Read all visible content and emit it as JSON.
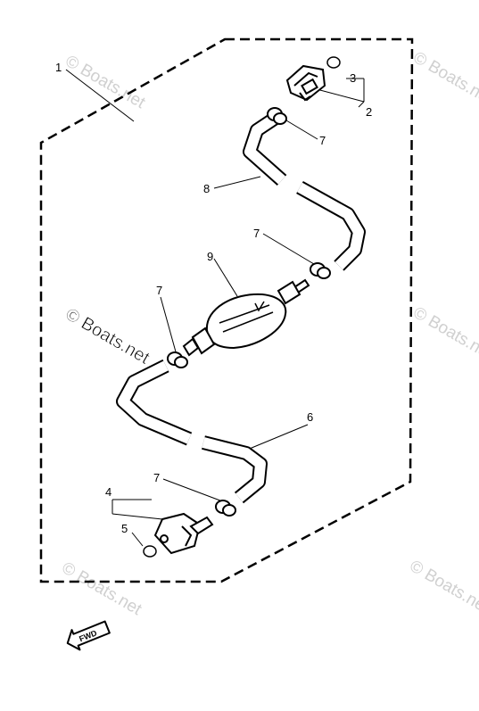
{
  "diagram": {
    "part_labels": [
      "1",
      "2",
      "3",
      "4",
      "5",
      "6",
      "7",
      "7",
      "7",
      "7",
      "8",
      "9"
    ],
    "direction_label": "FWD",
    "watermarks": [
      "© Boats.net",
      "© Boats.net",
      "© Boats.net",
      "© Boats.net",
      "© Boats.net",
      "© Boats.net"
    ]
  }
}
